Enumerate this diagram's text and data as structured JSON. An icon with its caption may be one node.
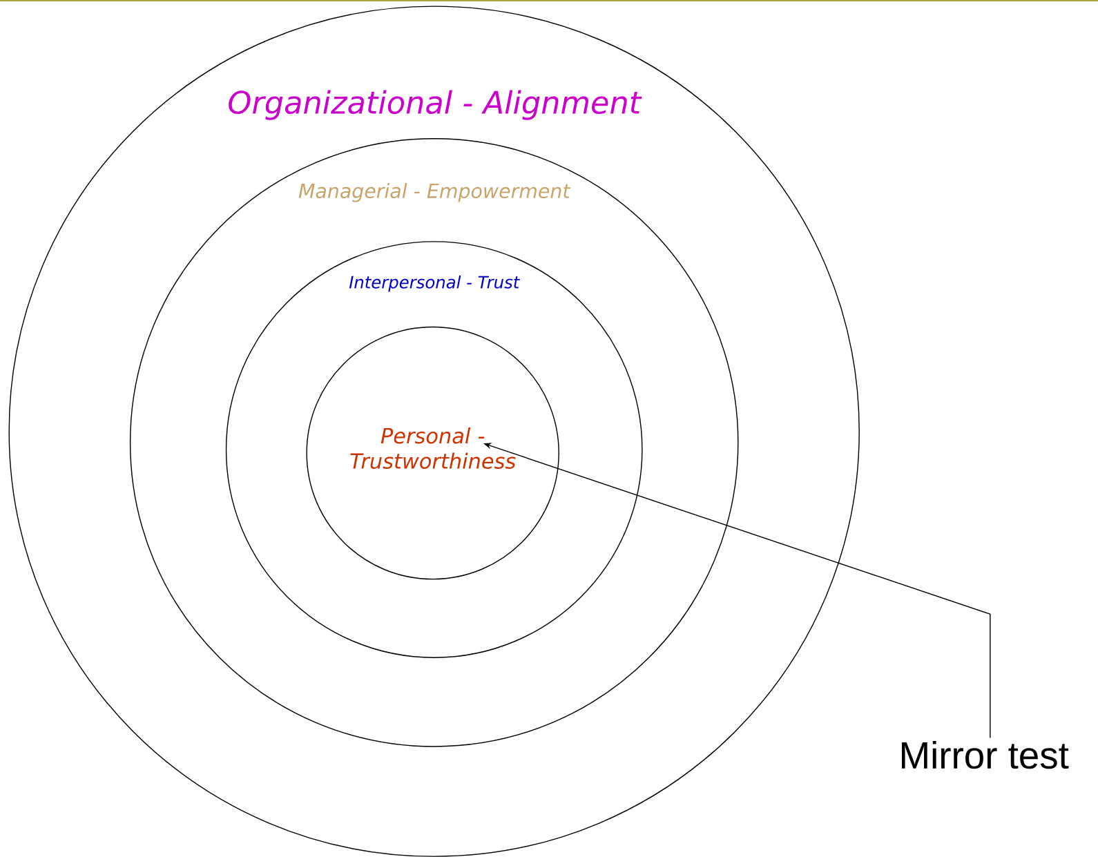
{
  "diagram": {
    "nodes": [
      {
        "text": [
          "Organizational - Alignment"
        ]
      },
      {
        "text": [
          "Managerial - Empowerment"
        ],
        "in": 0
      },
      {
        "text": [
          "Interpersonal - Trust"
        ],
        "in": 1
      },
      {
        "text": [
          "Personal - Trustworthiness"
        ],
        "in": 2
      },
      {
        "text": [
          "Mirror test"
        ]
      }
    ],
    "edges": [
      {
        "from": 4,
        "to": 3,
        "arrow": "to"
      }
    ]
  }
}
